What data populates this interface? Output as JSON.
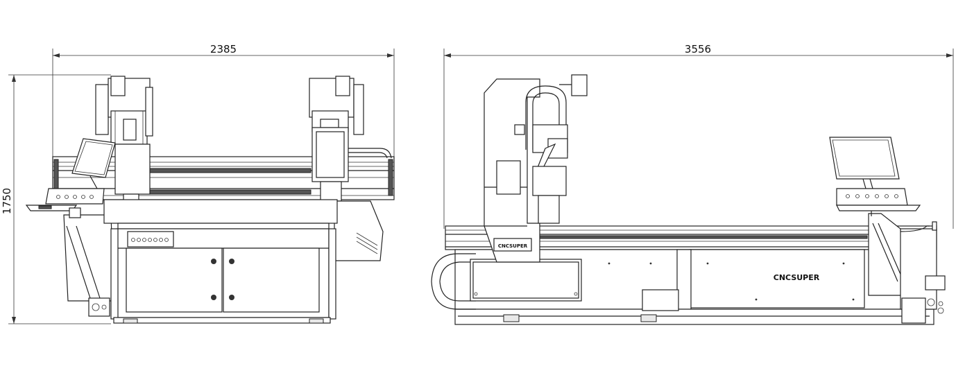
{
  "front_view": {
    "width_dimension": "2385",
    "height_dimension": "1750"
  },
  "side_view": {
    "length_dimension": "3556",
    "brand_on_gantry": "CNCSUPER",
    "brand_on_cabinet": "CNCSUPER"
  },
  "colors": {
    "line": "#222222",
    "background": "#ffffff"
  }
}
